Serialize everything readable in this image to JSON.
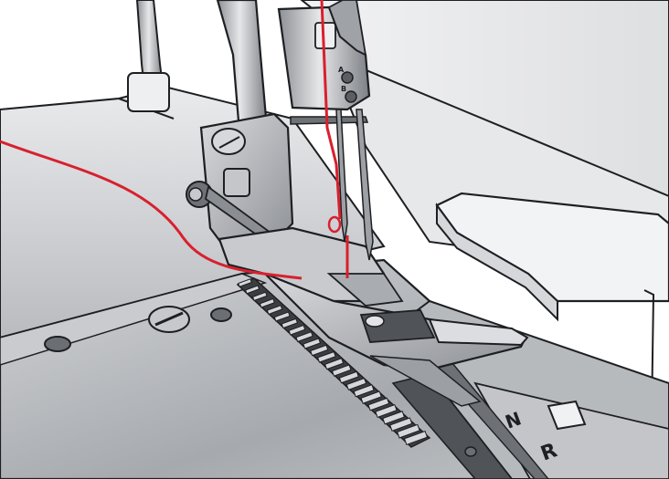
{
  "scene": {
    "needle_bar_marks": [
      "A",
      "B"
    ],
    "plate_marks": [
      "N",
      "R"
    ],
    "feed_dog_teeth": 24,
    "colors": {
      "thread": "#d8202e",
      "metal_light": "#e4e5e7",
      "metal_mid": "#bfc1c4",
      "metal_dark": "#5b5e63",
      "outline": "#1e1f22"
    }
  }
}
